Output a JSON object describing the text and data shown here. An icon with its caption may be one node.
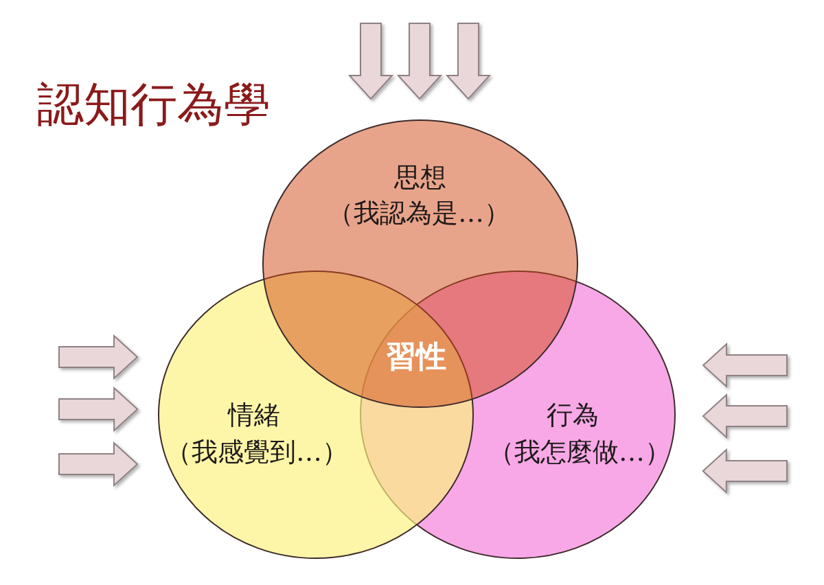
{
  "diagram": {
    "title": "認知行為學",
    "nodes": [
      {
        "text": [
          "思想",
          "（我認為是…）"
        ]
      },
      {
        "text": [
          "情緒",
          "（我感覺到…）"
        ]
      },
      {
        "text": [
          "行為",
          "（我怎麼做…）"
        ]
      }
    ],
    "edges": [
      {
        "from": null,
        "to": 0,
        "arrow": "to"
      },
      {
        "from": null,
        "to": 0,
        "arrow": "to"
      },
      {
        "from": null,
        "to": 0,
        "arrow": "to"
      },
      {
        "from": null,
        "to": 1,
        "arrow": "to"
      },
      {
        "from": null,
        "to": 1,
        "arrow": "to"
      },
      {
        "from": null,
        "to": 1,
        "arrow": "to"
      },
      {
        "from": null,
        "to": 2,
        "arrow": "to"
      },
      {
        "from": null,
        "to": 2,
        "arrow": "to"
      },
      {
        "from": null,
        "to": 2,
        "arrow": "to"
      }
    ],
    "labels": [
      "習性"
    ]
  }
}
